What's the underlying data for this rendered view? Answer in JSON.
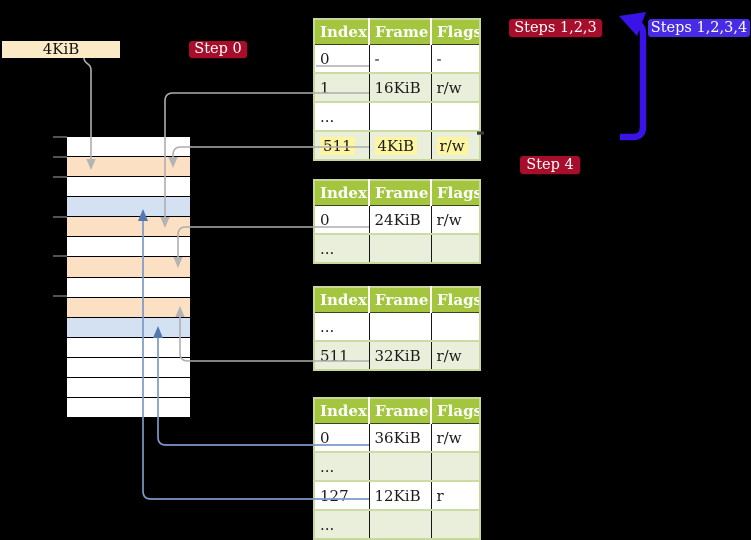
{
  "frame_size_label": "4KiB",
  "badges": {
    "step0": "Step 0",
    "steps123": "Steps 1,2,3",
    "steps1234": "Steps 1,2,3,4",
    "step4": "Step 4"
  },
  "table_headers": [
    "Index",
    "Frame",
    "Flags"
  ],
  "tables": {
    "t1": {
      "rows": [
        [
          "0",
          "-",
          "-"
        ],
        [
          "1",
          "16KiB",
          "r/w"
        ],
        [
          "...",
          "",
          ""
        ],
        [
          "511",
          "4KiB",
          "r/w"
        ]
      ],
      "highlighted_row_index": "511"
    },
    "t2": {
      "rows": [
        [
          "0",
          "24KiB",
          "r/w"
        ],
        [
          "...",
          "",
          ""
        ]
      ]
    },
    "t3": {
      "rows": [
        [
          "...",
          "",
          ""
        ],
        [
          "511",
          "32KiB",
          "r/w"
        ]
      ]
    },
    "t4": {
      "rows": [
        [
          "0",
          "36KiB",
          "r/w"
        ],
        [
          "...",
          "",
          ""
        ],
        [
          "127",
          "12KiB",
          "r"
        ],
        [
          "...",
          "",
          ""
        ]
      ]
    }
  },
  "memory": {
    "rows": [
      "free",
      "table",
      "free",
      "page",
      "table",
      "free",
      "table",
      "free",
      "table",
      "page",
      "free",
      "free",
      "free",
      "free"
    ]
  },
  "colors": {
    "step_badge_red": "#a60e2b",
    "steps_badge_indigo": "#482be4",
    "loop_arrow_indigo": "#3a13e9",
    "table_header_green": "#a3c63e",
    "table_row_green": "#e9efdb",
    "page_table_frame_peach": "#fce0c4",
    "mapped_page_frame_blue": "#d3e1f3",
    "frame_label_cream": "#faeac6",
    "highlight_yellow": "#fdf5a1",
    "gray_connector": "#aeaeae",
    "blue_connector": "#7a99c7"
  }
}
